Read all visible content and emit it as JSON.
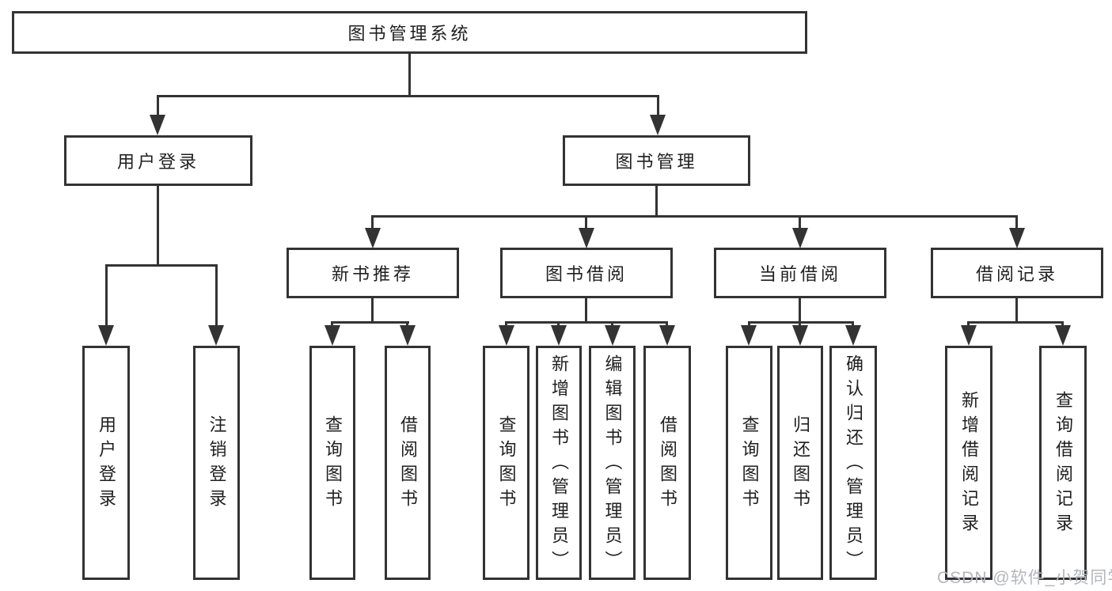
{
  "diagram": {
    "title": "图书管理系统",
    "colors": {
      "line": "#333333",
      "box_border": "#333333",
      "text": "#1f1f1f",
      "background": "#ffffff",
      "watermark": "#b3b6ba"
    },
    "nodes": {
      "root": {
        "label": "图书管理系统"
      },
      "user_login": {
        "label": "用户登录"
      },
      "book_mgmt": {
        "label": "图书管理"
      },
      "new_books": {
        "label": "新书推荐"
      },
      "book_borrow": {
        "label": "图书借阅"
      },
      "current_borrow": {
        "label": "当前借阅"
      },
      "borrow_records": {
        "label": "借阅记录"
      },
      "leaves": {
        "login": {
          "label": "用户登录"
        },
        "logout": {
          "label": "注销登录"
        },
        "nb_query": {
          "label": "查询图书"
        },
        "nb_borrow": {
          "label": "借阅图书"
        },
        "bb_query": {
          "label": "查询图书"
        },
        "bb_add": {
          "label": "新增图书（管理员）"
        },
        "bb_edit": {
          "label": "编辑图书（管理员）"
        },
        "bb_borrow": {
          "label": "借阅图书"
        },
        "cb_query": {
          "label": "查询图书"
        },
        "cb_return": {
          "label": "归还图书"
        },
        "cb_confirm": {
          "label": "确认归还（管理员）"
        },
        "br_add": {
          "label": "新增借阅记录"
        },
        "br_query": {
          "label": "查询借阅记录"
        }
      }
    },
    "watermark": {
      "text": "CSDN @软件_小贺同学"
    }
  }
}
